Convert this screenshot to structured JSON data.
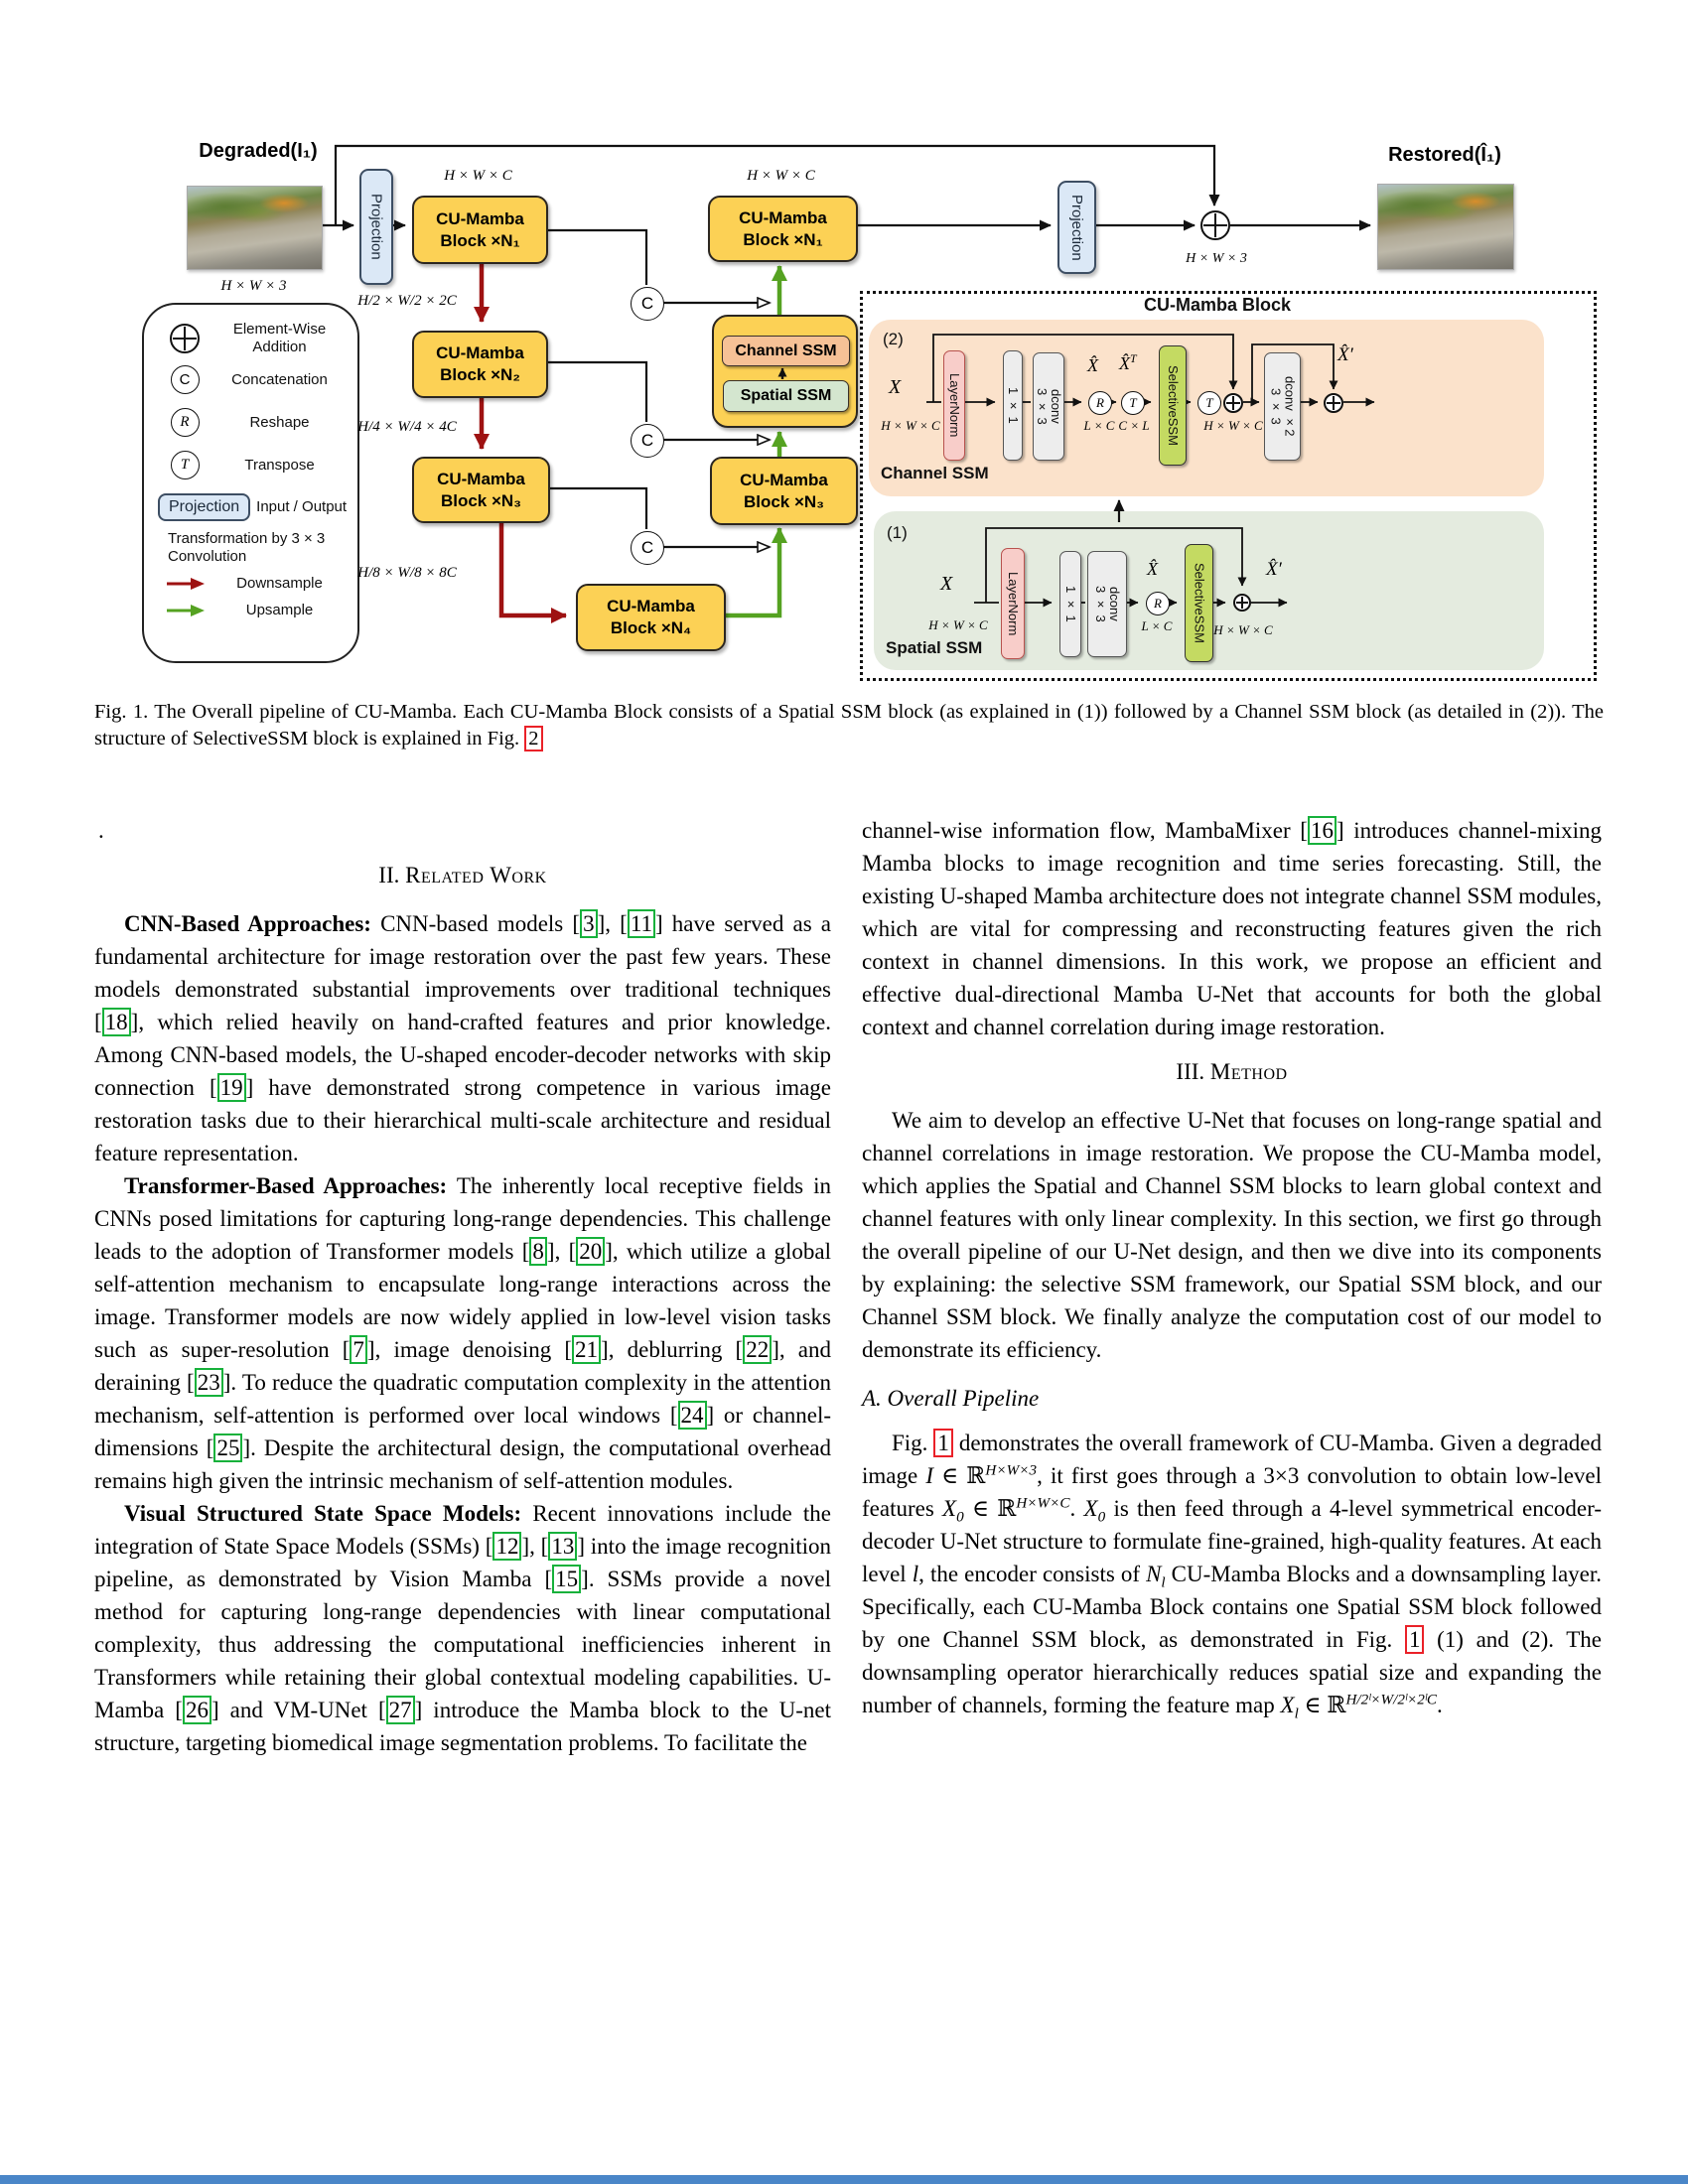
{
  "figure": {
    "degraded_label": "Degraded(I₁)",
    "degraded_dims": "H × W × 3",
    "restored_label": "Restored(Î₁)",
    "sum_dims": "H × W × 3",
    "projection_label": "Projection",
    "enc_dims_top": "H × W × C",
    "dec_dims_top": "H × W × C",
    "lvl2_dims": "H/2 × W/2 × 2C",
    "lvl3_dims": "H/4 × W/4 × 4C",
    "lvl4_dims": "H/8 × W/8 × 8C",
    "blocks": [
      {
        "l1": "CU-Mamba",
        "l2": "Block ×N₁"
      },
      {
        "l1": "CU-Mamba",
        "l2": "Block ×N₂"
      },
      {
        "l1": "CU-Mamba",
        "l2": "Block ×N₃"
      },
      {
        "l1": "CU-Mamba",
        "l2": "Block ×N₄"
      },
      {
        "l1": "CU-Mamba",
        "l2": "Block ×N₁"
      },
      {
        "l1": "CU-Mamba",
        "l2": "Block ×N₃"
      }
    ],
    "combo": {
      "channel": "Channel SSM",
      "spatial": "Spatial SSM"
    },
    "ops": {
      "c": "C",
      "r": "R",
      "t": "T"
    },
    "legend": {
      "add": "Element-Wise\nAddition",
      "concat": "Concatenation",
      "reshape": "Reshape",
      "transpose": "Transpose",
      "projection_chip": "Projection",
      "io": "Input / Output",
      "transform_line": "Transformation by 3 × 3\nConvolution",
      "downsample": "Downsample",
      "upsample": "Upsample"
    },
    "detail": {
      "title": "CU-Mamba Block",
      "channel": {
        "tag": "(2)",
        "name": "Channel SSM",
        "x": "X",
        "x_dims": "H × W × C",
        "layernorm": "LayerNorm",
        "conv1": "1 × 1",
        "dconv": "3 × 3\ndconv",
        "xhat": "X̂",
        "xhatT_base": "X̂",
        "xhatT_sup": "T",
        "r_dims": "L × C",
        "t_dims": "C × L",
        "ssm": "SelectiveSSM",
        "mid_dims": "H × W × C",
        "dconv2": "3 × 3\ndconv ×2",
        "xout": "X̂′"
      },
      "spatial": {
        "tag": "(1)",
        "name": "Spatial SSM",
        "x": "X",
        "x_dims": "H × W × C",
        "layernorm": "LayerNorm",
        "conv1": "1 × 1",
        "dconv": "3 × 3\ndconv",
        "xhat": "X̂",
        "r_dims": "L × C",
        "ssm": "SelectiveSSM",
        "out_dims": "H × W × C",
        "xout": "X̂′"
      }
    }
  },
  "caption": {
    "segs": [
      {
        "t": "Fig. 1.   The Overall pipeline of CU-Mamba. Each CU-Mamba Block consists of a Spatial SSM block (as explained in (1)) followed by a Channel SSM block (as detailed in (2)). The structure of SelectiveSSM block is explained in Fig. "
      },
      {
        "r": "2"
      }
    ]
  },
  "left": {
    "stray": ".",
    "heading_num": "II.",
    "heading_title": "Related Work",
    "p": [
      {
        "lead": "CNN-Based Approaches:",
        "segs": [
          " CNN-based models ",
          {
            "g": "3"
          },
          ", ",
          {
            "g": "11"
          },
          " have served as a fundamental architecture for image restoration over the past few years. These models demonstrated substantial improvements over traditional techniques ",
          {
            "g": "18"
          },
          ", which relied heavily on hand-crafted features and prior knowledge. Among CNN-based models, the U-shaped encoder-decoder networks with skip connection ",
          {
            "g": "19"
          },
          " have demonstrated strong competence in various image restoration tasks due to their hierarchical multi-scale architecture and residual feature representation."
        ]
      },
      {
        "lead": "Transformer-Based Approaches:",
        "segs": [
          " The inherently local receptive fields in CNNs posed limitations for capturing long-range dependencies. This challenge leads to the adoption of Transformer models ",
          {
            "g": "8"
          },
          ", ",
          {
            "g": "20"
          },
          ", which utilize a global self-attention mechanism to encapsulate long-range interactions across the image. Transformer models are now widely applied in low-level vision tasks such as super-resolution ",
          {
            "g": "7"
          },
          ", image denoising ",
          {
            "g": "21"
          },
          ", deblurring ",
          {
            "g": "22"
          },
          ", and deraining ",
          {
            "g": "23"
          },
          ". To reduce the quadratic computation complexity in the attention mechanism, self-attention is performed over local windows ",
          {
            "g": "24"
          },
          " or channel-dimensions ",
          {
            "g": "25"
          },
          ". Despite the architectural design, the computational overhead remains high given the intrinsic mechanism of self-attention modules."
        ]
      },
      {
        "lead": "Visual Structured State Space Models:",
        "segs": [
          " Recent innovations include the integration of State Space Models (SSMs) ",
          {
            "g": "12"
          },
          ", ",
          {
            "g": "13"
          },
          " into the image recognition pipeline, as demonstrated by Vision Mamba ",
          {
            "g": "15"
          },
          ". SSMs provide a novel method for capturing long-range dependencies with linear computational complexity, thus addressing the computational inefficiencies inherent in Transformers while retaining their global contextual modeling capabilities. U-Mamba ",
          {
            "g": "26"
          },
          " and VM-UNet ",
          {
            "g": "27"
          },
          " introduce the Mamba block to the U-net structure, targeting biomedical image segmentation problems. To facilitate the"
        ]
      }
    ]
  },
  "right": {
    "p1": {
      "segs": [
        "channel-wise information flow, MambaMixer ",
        {
          "g": "16"
        },
        " introduces channel-mixing Mamba blocks to image recognition and time series forecasting. Still, the existing U-shaped Mamba architecture does not integrate channel SSM modules, which are vital for compressing and reconstructing features given the rich context in channel dimensions. In this work, we propose an efficient and effective dual-directional Mamba U-Net that accounts for both the global context and channel correlation during image restoration."
      ]
    },
    "heading_num": "III.",
    "heading_title": "Method",
    "p2": {
      "segs": [
        "We aim to develop an effective U-Net that focuses on long-range spatial and channel correlations in image restoration. We propose the CU-Mamba model, which applies the Spatial and Channel SSM blocks to learn global context and channel features with only linear complexity. In this section, we first go through the overall pipeline of our U-Net design, and then we dive into its components by explaining: the selective SSM framework, our Spatial SSM block, and our Channel SSM block. We finally analyze the computation cost of our model to demonstrate its efficiency."
      ]
    },
    "sub": "A. Overall Pipeline",
    "p3": {
      "segs": [
        "Fig. ",
        {
          "r": "1"
        },
        " demonstrates the overall framework of CU-Mamba. Given a degraded image ",
        {
          "i": "I"
        },
        " ∈ ℝ",
        {
          "sup": "H×W×3"
        },
        ", it first goes through a 3×3 convolution to obtain low-level features ",
        {
          "i": "X"
        },
        {
          "sub": "0"
        },
        " ∈ ℝ",
        {
          "sup": "H×W×C"
        },
        ". ",
        {
          "i": "X"
        },
        {
          "sub": "0"
        },
        " is then feed through a 4-level symmetrical encoder-decoder U-Net structure to formulate fine-grained, high-quality features. At each level ",
        {
          "i": "l"
        },
        ", the encoder consists of ",
        {
          "i": "N"
        },
        {
          "sub": "l"
        },
        " CU-Mamba Blocks and a downsampling layer. Specifically, each CU-Mamba Block contains one Spatial SSM block followed by one Channel SSM block, as demonstrated in Fig. ",
        {
          "r": "1"
        },
        " (1) and (2). The downsampling operator hierarchically reduces spatial size and expanding the number of channels, forming the feature map ",
        {
          "i": "X"
        },
        {
          "sub": "l"
        },
        " ∈ ℝ",
        {
          "sup": "H/2ˡ×W/2ˡ×2ˡC"
        },
        "."
      ]
    }
  }
}
